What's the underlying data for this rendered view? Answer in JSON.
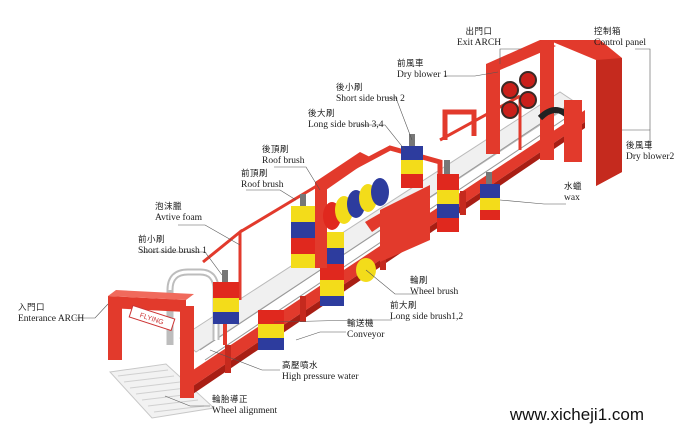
{
  "labels": {
    "exit_arch": {
      "zh": "出門口",
      "en": "Exit ARCH"
    },
    "control_panel": {
      "zh": "控制箱",
      "en": "Control panel"
    },
    "dry_blower1": {
      "zh": "前風車",
      "en": "Dry blower 1"
    },
    "short_side_brush2": {
      "zh": "後小刷",
      "en": "Short side brush 2"
    },
    "long_side_brush34": {
      "zh": "後大刷",
      "en": "Long side brush 3,4"
    },
    "dry_blower2": {
      "zh": "後風車",
      "en": "Dry blower2"
    },
    "roof_brush_rear": {
      "zh": "後頂刷",
      "en": "Roof brush"
    },
    "roof_brush_front": {
      "zh": "前頂刷",
      "en": "Roof brush"
    },
    "wax": {
      "zh": "水蠟",
      "en": "wax"
    },
    "active_foam": {
      "zh": "泡沫臘",
      "en": "Avtive foam"
    },
    "short_side_brush1": {
      "zh": "前小刷",
      "en": "Short side brush 1"
    },
    "wheel_brush": {
      "zh": "輪刷",
      "en": "Wheel brush"
    },
    "long_side_brush12": {
      "zh": "前大刷",
      "en": "Long side brush1,2"
    },
    "entrance_arch": {
      "zh": "入門口",
      "en": "Enterance ARCH"
    },
    "conveyor": {
      "zh": "輸送機",
      "en": "Conveyor"
    },
    "high_pressure_water": {
      "zh": "高壓噴水",
      "en": "High pressure water"
    },
    "wheel_alignment": {
      "zh": "輪胎導正",
      "en": "Wheel alignment"
    }
  },
  "arch_sign": "FLYING",
  "watermark": "www.xicheji1.com",
  "colors": {
    "frame": "#e23a2c",
    "frame_dark": "#a81e14",
    "brush_red": "#e0281e",
    "brush_yellow": "#f3dc1a",
    "brush_blue": "#2d3c9e"
  }
}
